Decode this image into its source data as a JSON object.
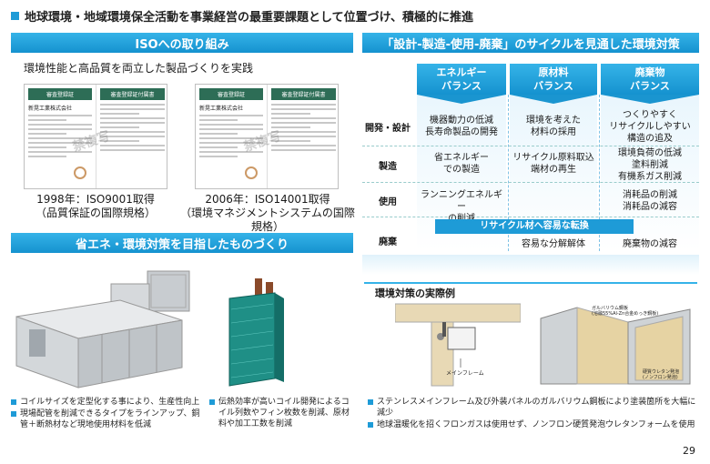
{
  "page_title": "地球環境・地域環境保全活動を事業経営の最重要課題として位置づけ、積極的に推進",
  "iso": {
    "banner": "ISOへの取り組み",
    "subtitle": "環境性能と高品質を両立した製品づくりを実践",
    "cert1": {
      "header": "審査登録証",
      "header2": "審査登録証付属書",
      "company": "新晃工業株式会社",
      "stamp": "禁複写",
      "caption_year": "1998年：ISO9001取得",
      "caption_note": "（品質保証の国際規格）"
    },
    "cert2": {
      "header": "審査登録証",
      "header2": "審査登録証付属書",
      "company": "新晃工業株式会社",
      "stamp": "禁複写",
      "caption_year": "2006年：ISO14001取得",
      "caption_note": "（環境マネジメントシステムの国際規格）"
    }
  },
  "cycle": {
    "banner": "「設計-製造-使用-廃棄」のサイクルを見通した環境対策",
    "columns": [
      {
        "line1": "エネルギー",
        "line2": "バランス"
      },
      {
        "line1": "原材料",
        "line2": "バランス"
      },
      {
        "line1": "廃棄物",
        "line2": "バランス"
      }
    ],
    "rows": [
      {
        "label": "開発・設計",
        "cells": [
          "機器動力の低減\n長寿命製品の開発",
          "環境を考えた\n材料の採用",
          "つくりやすく\nリサイクルしやすい\n構造の追及"
        ]
      },
      {
        "label": "製造",
        "cells": [
          "省エネルギー\nでの製造",
          "リサイクル原料取込\n端材の再生",
          "環境負荷の低減\n塗料削減\n有機系ガス削減"
        ]
      },
      {
        "label": "使用",
        "cells": [
          "ランニングエネルギー\nの削減",
          "",
          "消耗品の削減\n消耗品の減容"
        ]
      },
      {
        "label": "廃棄",
        "cells": [
          "",
          "容易な分解解体",
          "廃棄物の減容"
        ]
      }
    ],
    "recycle_bar": "リサイクル材へ容易な転換"
  },
  "eco": {
    "banner": "省エネ・環境対策を目指したものづくり",
    "bullets_left": [
      "コイルサイズを定型化する事により、生産性向上",
      "現場配管を削減できるタイプをラインアップ、銅管＋断熱材など現地使用材料を低減"
    ],
    "bullets_mid": [
      "伝熱効率が高いコイル開発によるコイル列数やフィン枚数を削減、原材料や加工工数を削減"
    ]
  },
  "example": {
    "title": "環境対策の実際例",
    "label_frame": "メインフレーム",
    "label_steel": "ガルバリウム鋼板\n(溶融55%Al-Zn合金めっき鋼板)",
    "label_foam": "硬質ウレタン発泡\n(ノンフロン発泡)",
    "bullets": [
      "ステンレスメインフレーム及び外装パネルのガルバリウム鋼板により塗装箇所を大幅に減少",
      "地球温暖化を招くフロンガスは使用せず、ノンフロン硬質発泡ウレタンフォームを使用"
    ]
  },
  "page_number": "29",
  "colors": {
    "accent": "#1e9bd7",
    "header_gradient_top": "#35b3e8"
  }
}
